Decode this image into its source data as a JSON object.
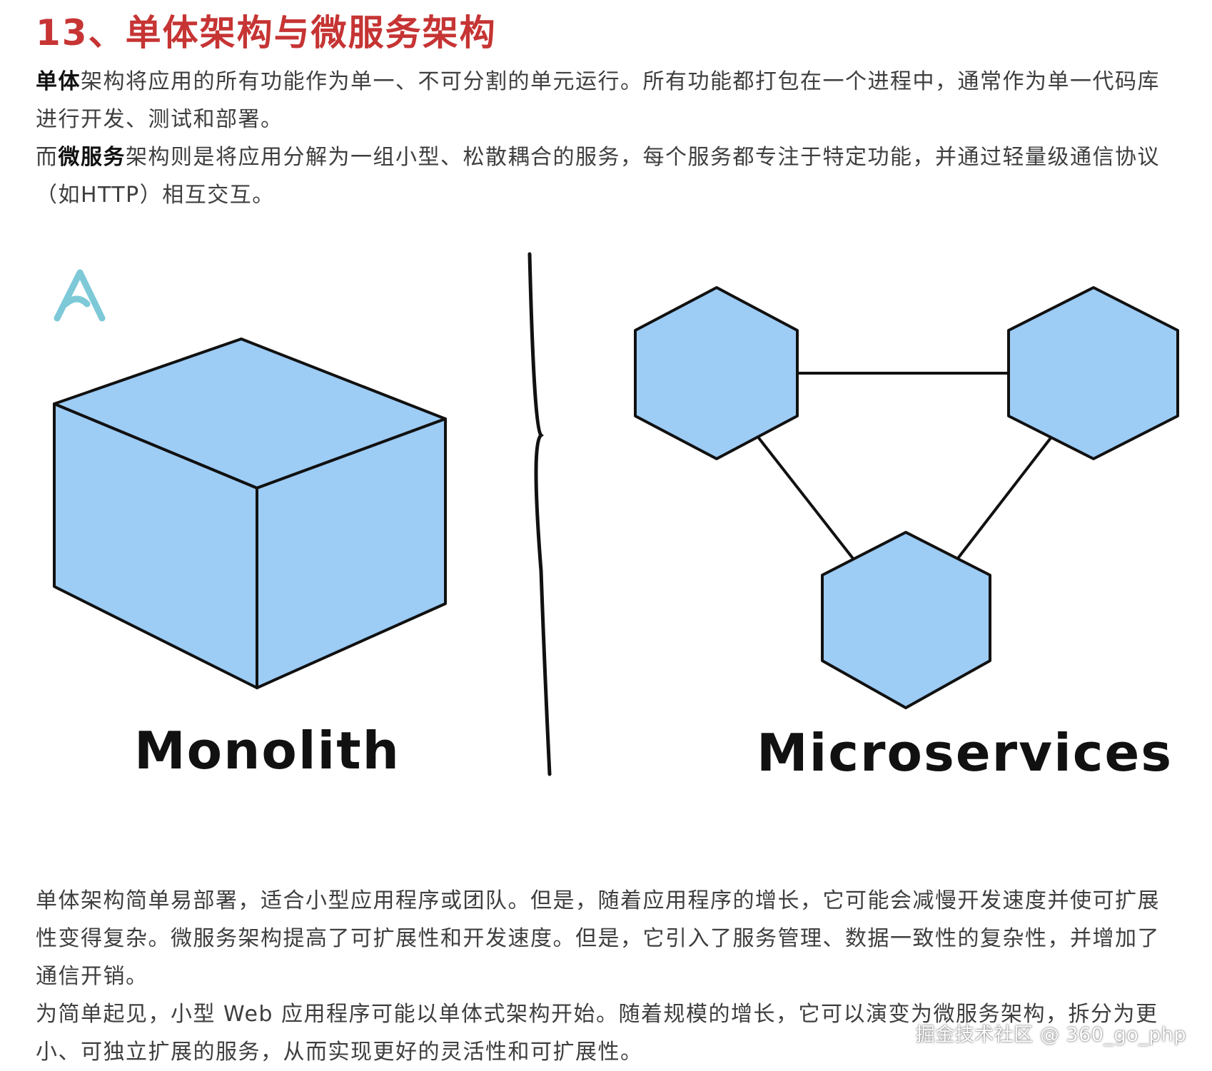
{
  "title": "13、单体架构与微服务架构",
  "intro": {
    "monolith_bold": "单体",
    "monolith_text": "架构将应用的所有功能作为单一、不可分割的单元运行。所有功能都打包在一个进程中，通常作为单一代码库进行开发、测试和部署。",
    "micro_prefix": "而",
    "micro_bold": "微服务",
    "micro_text": "架构则是将应用分解为一组小型、松散耦合的服务，每个服务都专注于特定功能，并通过轻量级通信协议（如HTTP）相互交互。"
  },
  "diagram": {
    "monolith_label": "Monolith",
    "micro_label": "Microservices",
    "fill_color": "#9dccf5",
    "stroke_color": "#111111",
    "logo_color": "#7dc9d8"
  },
  "outro": {
    "p1": "单体架构简单易部署，适合小型应用程序或团队。但是，随着应用程序的增长，它可能会减慢开发速度并使可扩展性变得复杂。微服务架构提高了可扩展性和开发速度。但是，它引入了服务管理、数据一致性的复杂性，并增加了通信开销。",
    "p2": "为简单起见，小型 Web 应用程序可能以单体式架构开始。随着规模的增长，它可以演变为微服务架构，拆分为更小、可独立扩展的服务，从而实现更好的灵活性和可扩展性。"
  },
  "watermark": "掘金技术社区 @ 360_go_php"
}
